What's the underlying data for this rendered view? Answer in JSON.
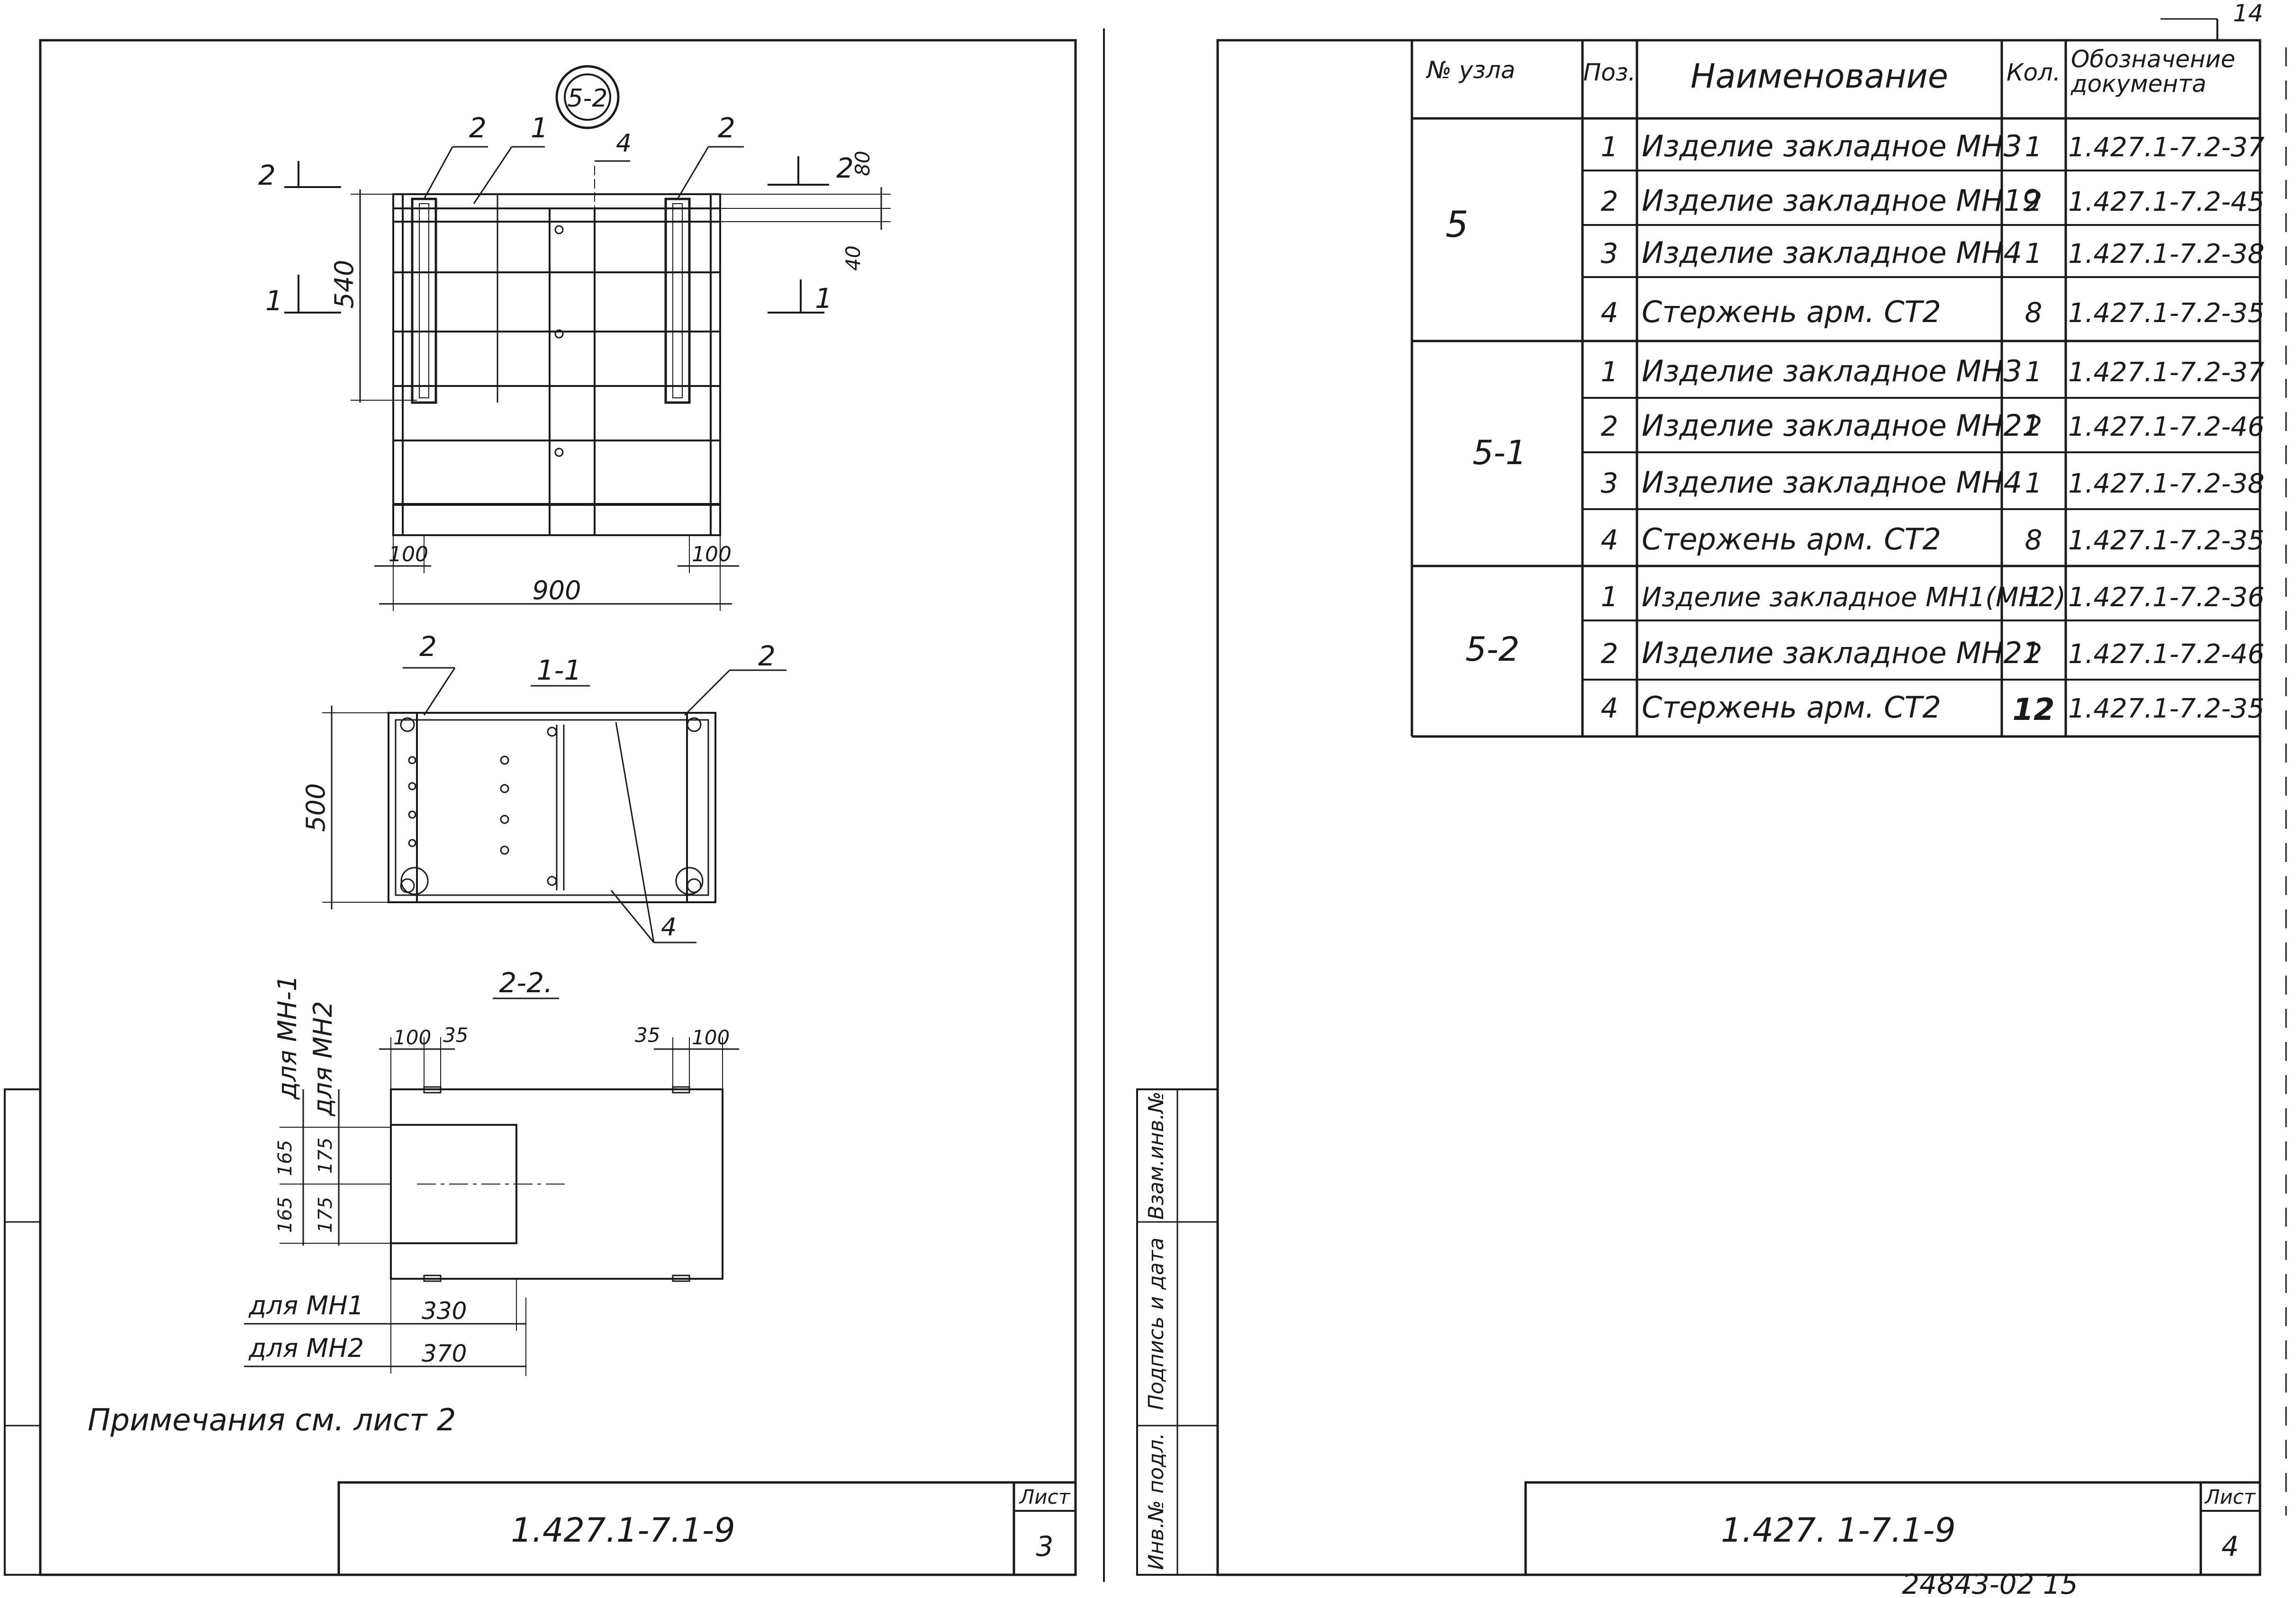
{
  "page_number_top": "14",
  "left_sheet": {
    "node_badge": "5-2",
    "plan": {
      "callouts": [
        "2",
        "1",
        "4",
        "2"
      ],
      "section_mark_left_2": "2",
      "section_mark_left_1": "1",
      "section_mark_right_2": "2",
      "section_mark_right_1": "1",
      "dim_height": "540",
      "dim_right_top": "80",
      "dim_right_bottom": "40",
      "dim_left_100": "100",
      "dim_right_100": "100",
      "dim_width": "900"
    },
    "section_1_1": {
      "title": "1-1",
      "callout_left": "2",
      "callout_right": "2",
      "callout_bottom": "4",
      "dim_height": "500"
    },
    "section_2_2": {
      "title": "2-2.",
      "label_mh1": "для МН-1",
      "label_mh2": "для МН2",
      "dim_100_left": "100",
      "dim_35_left": "35",
      "dim_35_right": "35",
      "dim_100_right": "100",
      "dim_165_a": "165",
      "dim_165_b": "165",
      "dim_175_a": "175",
      "dim_175_b": "175",
      "row_mh1_label": "для МН1",
      "row_mh1_value": "330",
      "row_mh2_label": "для МН2",
      "row_mh2_value": "370"
    },
    "note": "Примечания  см. лист 2",
    "stamp_code": "1.427.1-7.1-9",
    "sheet_label": "Лист",
    "sheet_number": "3"
  },
  "right_sheet": {
    "table": {
      "headers": [
        "№ узла",
        "Поз.",
        "Наименование",
        "Кол.",
        "Обозначение документа"
      ],
      "groups": [
        {
          "node": "5",
          "rows": [
            {
              "pos": "1",
              "name": "Изделие закладное МН3",
              "qty": "1",
              "doc": "1.427.1-7.2-37"
            },
            {
              "pos": "2",
              "name": "Изделие закладное МН19",
              "qty": "2",
              "doc": "1.427.1-7.2-45"
            },
            {
              "pos": "3",
              "name": "Изделие закладное МН4",
              "qty": "1",
              "doc": "1.427.1-7.2-38"
            },
            {
              "pos": "4",
              "name": "Стержень арм.  СТ2",
              "qty": "8",
              "doc": "1.427.1-7.2-35"
            }
          ]
        },
        {
          "node": "5-1",
          "rows": [
            {
              "pos": "1",
              "name": "Изделие закладное МН3",
              "qty": "1",
              "doc": "1.427.1-7.2-37"
            },
            {
              "pos": "2",
              "name": "Изделие закладное МН21",
              "qty": "2",
              "doc": "1.427.1-7.2-46"
            },
            {
              "pos": "3",
              "name": "Изделие закладное МН4",
              "qty": "1",
              "doc": "1.427.1-7.2-38"
            },
            {
              "pos": "4",
              "name": "Стержень  арм.  СТ2",
              "qty": "8",
              "doc": "1.427.1-7.2-35"
            }
          ]
        },
        {
          "node": "5-2",
          "rows": [
            {
              "pos": "1",
              "name": "Изделие закладное МН1(МН2)",
              "qty": "1",
              "doc": "1.427.1-7.2-36"
            },
            {
              "pos": "2",
              "name": "Изделие закладное МН21",
              "qty": "2",
              "doc": "1.427.1-7.2-46"
            },
            {
              "pos": "4",
              "name": "Стержень арм.  СТ2",
              "qty": "12",
              "doc": "1.427.1-7.2-35"
            }
          ]
        }
      ]
    },
    "side_stamp": [
      "Инв.№ подл.",
      "Подпись и дата",
      "Взам.инв.№"
    ],
    "stamp_code": "1.427. 1-7.1-9",
    "sheet_label": "Лист",
    "sheet_number": "4"
  },
  "bottom_number": "24843-02  15"
}
